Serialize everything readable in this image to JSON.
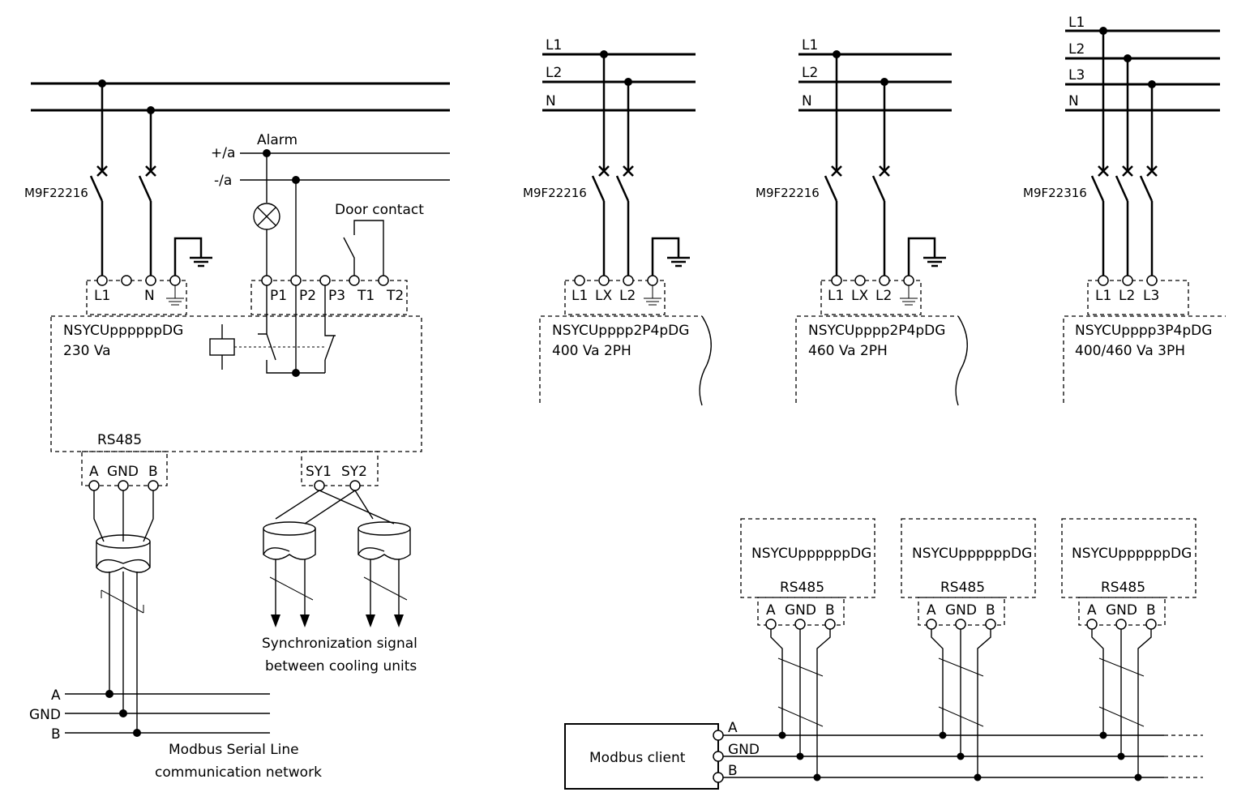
{
  "diagram1": {
    "breaker": "M9F22216",
    "terminals": [
      "L1",
      "N"
    ],
    "unit_name": "NSYCUppppppDG",
    "unit_rating": "230 Va",
    "alarm_label": "Alarm",
    "supply_plus": "+/a",
    "supply_minus": "-/a",
    "door_contact": "Door contact",
    "relay_terminals": [
      "P1",
      "P2",
      "P3",
      "T1",
      "T2"
    ],
    "rs485_label": "RS485",
    "rs485_terminals": [
      "A",
      "GND",
      "B"
    ],
    "sync_terminals": [
      "SY1",
      "SY2"
    ],
    "sync_caption": [
      "Synchronization signal",
      "between cooling units"
    ],
    "network_lines": [
      "A",
      "GND",
      "B"
    ],
    "network_caption": [
      "Modbus Serial Line",
      "communication network"
    ]
  },
  "diagram2": {
    "lines": [
      "L1",
      "L2",
      "N"
    ],
    "breaker": "M9F22216",
    "terminals": [
      "L1",
      "LX",
      "L2"
    ],
    "unit_name": "NSYCUpppp2P4pDG",
    "unit_rating": "400 Va  2PH"
  },
  "diagram3": {
    "lines": [
      "L1",
      "L2",
      "N"
    ],
    "breaker": "M9F22216",
    "terminals": [
      "L1",
      "LX",
      "L2"
    ],
    "unit_name": "NSYCUpppp2P4pDG",
    "unit_rating": "460 Va  2PH"
  },
  "diagram4": {
    "lines": [
      "L1",
      "L2",
      "L3",
      "N"
    ],
    "breaker": "M9F22316",
    "terminals": [
      "L1",
      "L2",
      "L3"
    ],
    "unit_name": "NSYCUpppp3P4pDG",
    "unit_rating": "400/460 Va  3PH"
  },
  "modbus": {
    "units": [
      {
        "name": "NSYCUppppppDG",
        "rs485": "RS485",
        "terminals": [
          "A",
          "GND",
          "B"
        ]
      },
      {
        "name": "NSYCUppppppDG",
        "rs485": "RS485",
        "terminals": [
          "A",
          "GND",
          "B"
        ]
      },
      {
        "name": "NSYCUppppppDG",
        "rs485": "RS485",
        "terminals": [
          "A",
          "GND",
          "B"
        ]
      }
    ],
    "client_label": "Modbus client",
    "bus_labels": [
      "A",
      "GND",
      "B"
    ]
  }
}
